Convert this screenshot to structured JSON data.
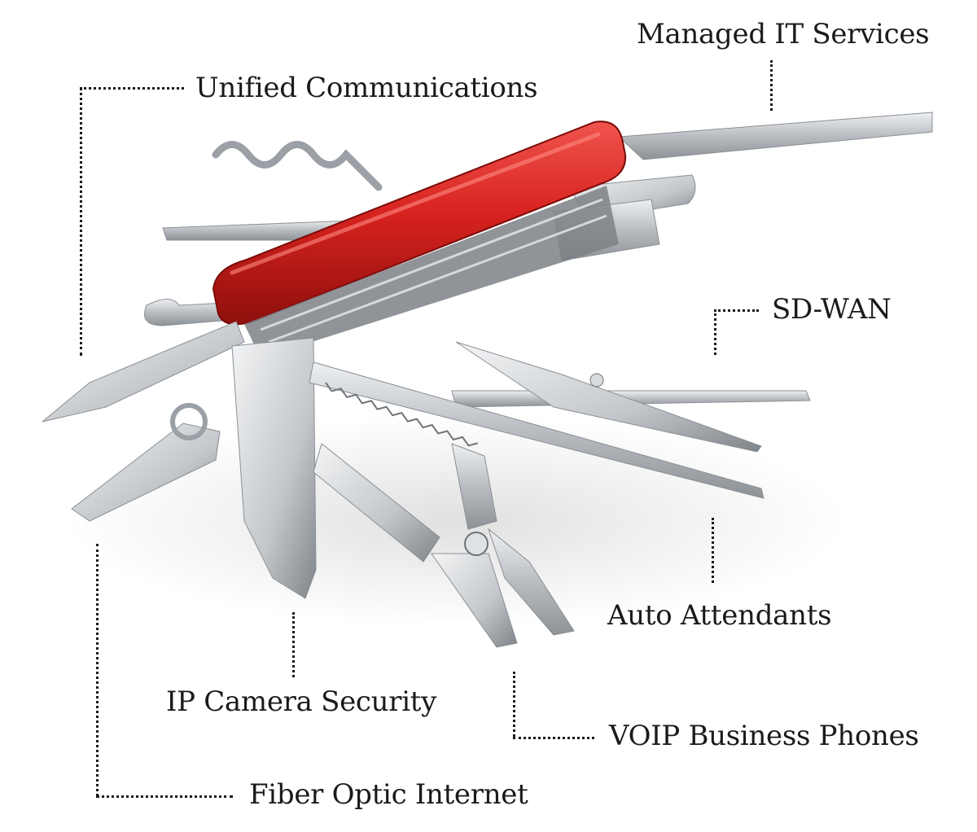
{
  "labels": {
    "managed_it": "Managed IT Services",
    "unified_comms": "Unified Communications",
    "sd_wan": "SD-WAN",
    "auto_attendants": "Auto Attendants",
    "ip_camera": "IP Camera Security",
    "voip": "VOIP Business Phones",
    "fiber": "Fiber Optic Internet"
  },
  "colors": {
    "handle_red": "#d8231f",
    "steel": "#c9ccd0",
    "line": "#1a1a1a"
  },
  "illustration": {
    "icon": "swiss-army-knife-icon"
  }
}
